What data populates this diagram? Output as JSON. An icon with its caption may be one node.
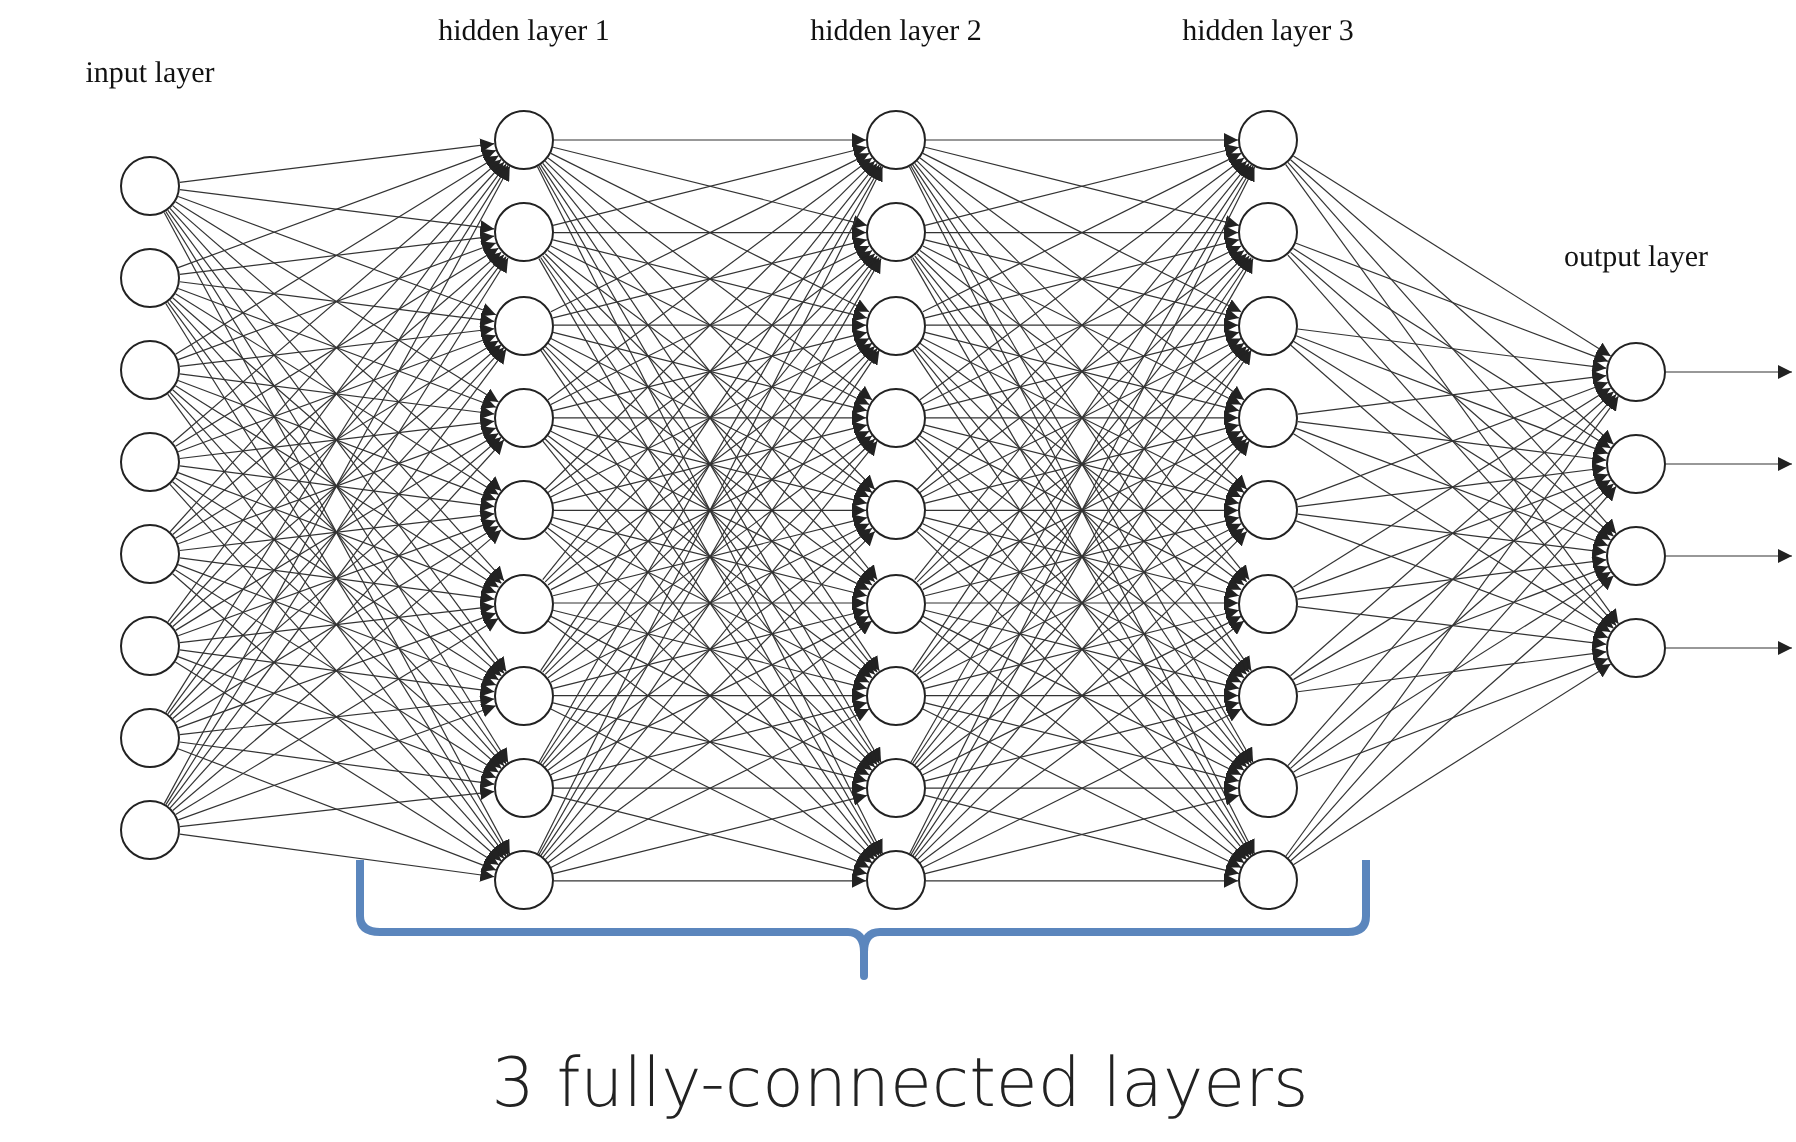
{
  "diagram": {
    "nodes": [
      {
        "text": [],
        "shape": "circle"
      },
      {
        "text": [],
        "shape": "circle"
      },
      {
        "text": [],
        "shape": "circle"
      },
      {
        "text": [],
        "shape": "circle"
      },
      {
        "text": [],
        "shape": "circle"
      },
      {
        "text": [],
        "shape": "circle"
      },
      {
        "text": [],
        "shape": "circle"
      },
      {
        "text": [],
        "shape": "circle"
      },
      {
        "text": [],
        "shape": "circle"
      },
      {
        "text": [],
        "shape": "circle"
      },
      {
        "text": [],
        "shape": "circle"
      },
      {
        "text": [],
        "shape": "circle"
      },
      {
        "text": [],
        "shape": "circle"
      },
      {
        "text": [],
        "shape": "circle"
      },
      {
        "text": [],
        "shape": "circle"
      },
      {
        "text": [],
        "shape": "circle"
      },
      {
        "text": [],
        "shape": "circle"
      },
      {
        "text": [],
        "shape": "circle"
      },
      {
        "text": [],
        "shape": "circle"
      },
      {
        "text": [],
        "shape": "circle"
      },
      {
        "text": [],
        "shape": "circle"
      },
      {
        "text": [],
        "shape": "circle"
      },
      {
        "text": [],
        "shape": "circle"
      },
      {
        "text": [],
        "shape": "circle"
      },
      {
        "text": [],
        "shape": "circle"
      },
      {
        "text": [],
        "shape": "circle"
      },
      {
        "text": [],
        "shape": "circle"
      },
      {
        "text": [],
        "shape": "circle"
      },
      {
        "text": [],
        "shape": "circle"
      },
      {
        "text": [],
        "shape": "circle"
      },
      {
        "text": [],
        "shape": "circle"
      },
      {
        "text": [],
        "shape": "circle"
      },
      {
        "text": [],
        "shape": "circle"
      },
      {
        "text": [],
        "shape": "circle"
      },
      {
        "text": [],
        "shape": "circle"
      },
      {
        "text": [],
        "shape": "circle"
      },
      {
        "text": [],
        "shape": "circle"
      },
      {
        "text": [],
        "shape": "circle"
      },
      {
        "text": [],
        "shape": "circle"
      }
    ],
    "edges": [
      {
        "from": 0,
        "to": 8,
        "arrow": "to"
      },
      {
        "from": 0,
        "to": 9,
        "arrow": "to"
      },
      {
        "from": 0,
        "to": 10,
        "arrow": "to"
      },
      {
        "from": 0,
        "to": 11,
        "arrow": "to"
      },
      {
        "from": 0,
        "to": 12,
        "arrow": "to"
      },
      {
        "from": 0,
        "to": 13,
        "arrow": "to"
      },
      {
        "from": 0,
        "to": 14,
        "arrow": "to"
      },
      {
        "from": 0,
        "to": 15,
        "arrow": "to"
      },
      {
        "from": 0,
        "to": 16,
        "arrow": "to"
      },
      {
        "from": 1,
        "to": 8,
        "arrow": "to"
      },
      {
        "from": 1,
        "to": 9,
        "arrow": "to"
      },
      {
        "from": 1,
        "to": 10,
        "arrow": "to"
      },
      {
        "from": 1,
        "to": 11,
        "arrow": "to"
      },
      {
        "from": 1,
        "to": 12,
        "arrow": "to"
      },
      {
        "from": 1,
        "to": 13,
        "arrow": "to"
      },
      {
        "from": 1,
        "to": 14,
        "arrow": "to"
      },
      {
        "from": 1,
        "to": 15,
        "arrow": "to"
      },
      {
        "from": 1,
        "to": 16,
        "arrow": "to"
      },
      {
        "from": 2,
        "to": 8,
        "arrow": "to"
      },
      {
        "from": 2,
        "to": 9,
        "arrow": "to"
      },
      {
        "from": 2,
        "to": 10,
        "arrow": "to"
      },
      {
        "from": 2,
        "to": 11,
        "arrow": "to"
      },
      {
        "from": 2,
        "to": 12,
        "arrow": "to"
      },
      {
        "from": 2,
        "to": 13,
        "arrow": "to"
      },
      {
        "from": 2,
        "to": 14,
        "arrow": "to"
      },
      {
        "from": 2,
        "to": 15,
        "arrow": "to"
      },
      {
        "from": 2,
        "to": 16,
        "arrow": "to"
      },
      {
        "from": 3,
        "to": 8,
        "arrow": "to"
      },
      {
        "from": 3,
        "to": 9,
        "arrow": "to"
      },
      {
        "from": 3,
        "to": 10,
        "arrow": "to"
      },
      {
        "from": 3,
        "to": 11,
        "arrow": "to"
      },
      {
        "from": 3,
        "to": 12,
        "arrow": "to"
      },
      {
        "from": 3,
        "to": 13,
        "arrow": "to"
      },
      {
        "from": 3,
        "to": 14,
        "arrow": "to"
      },
      {
        "from": 3,
        "to": 15,
        "arrow": "to"
      },
      {
        "from": 3,
        "to": 16,
        "arrow": "to"
      },
      {
        "from": 4,
        "to": 8,
        "arrow": "to"
      },
      {
        "from": 4,
        "to": 9,
        "arrow": "to"
      },
      {
        "from": 4,
        "to": 10,
        "arrow": "to"
      },
      {
        "from": 4,
        "to": 11,
        "arrow": "to"
      },
      {
        "from": 4,
        "to": 12,
        "arrow": "to"
      },
      {
        "from": 4,
        "to": 13,
        "arrow": "to"
      },
      {
        "from": 4,
        "to": 14,
        "arrow": "to"
      },
      {
        "from": 4,
        "to": 15,
        "arrow": "to"
      },
      {
        "from": 4,
        "to": 16,
        "arrow": "to"
      },
      {
        "from": 5,
        "to": 8,
        "arrow": "to"
      },
      {
        "from": 5,
        "to": 9,
        "arrow": "to"
      },
      {
        "from": 5,
        "to": 10,
        "arrow": "to"
      },
      {
        "from": 5,
        "to": 11,
        "arrow": "to"
      },
      {
        "from": 5,
        "to": 12,
        "arrow": "to"
      },
      {
        "from": 5,
        "to": 13,
        "arrow": "to"
      },
      {
        "from": 5,
        "to": 14,
        "arrow": "to"
      },
      {
        "from": 5,
        "to": 15,
        "arrow": "to"
      },
      {
        "from": 5,
        "to": 16,
        "arrow": "to"
      },
      {
        "from": 6,
        "to": 8,
        "arrow": "to"
      },
      {
        "from": 6,
        "to": 9,
        "arrow": "to"
      },
      {
        "from": 6,
        "to": 10,
        "arrow": "to"
      },
      {
        "from": 6,
        "to": 11,
        "arrow": "to"
      },
      {
        "from": 6,
        "to": 12,
        "arrow": "to"
      },
      {
        "from": 6,
        "to": 13,
        "arrow": "to"
      },
      {
        "from": 6,
        "to": 14,
        "arrow": "to"
      },
      {
        "from": 6,
        "to": 15,
        "arrow": "to"
      },
      {
        "from": 6,
        "to": 16,
        "arrow": "to"
      },
      {
        "from": 7,
        "to": 8,
        "arrow": "to"
      },
      {
        "from": 7,
        "to": 9,
        "arrow": "to"
      },
      {
        "from": 7,
        "to": 10,
        "arrow": "to"
      },
      {
        "from": 7,
        "to": 11,
        "arrow": "to"
      },
      {
        "from": 7,
        "to": 12,
        "arrow": "to"
      },
      {
        "from": 7,
        "to": 13,
        "arrow": "to"
      },
      {
        "from": 7,
        "to": 14,
        "arrow": "to"
      },
      {
        "from": 7,
        "to": 15,
        "arrow": "to"
      },
      {
        "from": 7,
        "to": 16,
        "arrow": "to"
      },
      {
        "from": 8,
        "to": 17,
        "arrow": "to"
      },
      {
        "from": 8,
        "to": 18,
        "arrow": "to"
      },
      {
        "from": 8,
        "to": 19,
        "arrow": "to"
      },
      {
        "from": 8,
        "to": 20,
        "arrow": "to"
      },
      {
        "from": 8,
        "to": 21,
        "arrow": "to"
      },
      {
        "from": 8,
        "to": 22,
        "arrow": "to"
      },
      {
        "from": 8,
        "to": 23,
        "arrow": "to"
      },
      {
        "from": 8,
        "to": 24,
        "arrow": "to"
      },
      {
        "from": 8,
        "to": 25,
        "arrow": "to"
      },
      {
        "from": 9,
        "to": 17,
        "arrow": "to"
      },
      {
        "from": 9,
        "to": 18,
        "arrow": "to"
      },
      {
        "from": 9,
        "to": 19,
        "arrow": "to"
      },
      {
        "from": 9,
        "to": 20,
        "arrow": "to"
      },
      {
        "from": 9,
        "to": 21,
        "arrow": "to"
      },
      {
        "from": 9,
        "to": 22,
        "arrow": "to"
      },
      {
        "from": 9,
        "to": 23,
        "arrow": "to"
      },
      {
        "from": 9,
        "to": 24,
        "arrow": "to"
      },
      {
        "from": 9,
        "to": 25,
        "arrow": "to"
      },
      {
        "from": 10,
        "to": 17,
        "arrow": "to"
      },
      {
        "from": 10,
        "to": 18,
        "arrow": "to"
      },
      {
        "from": 10,
        "to": 19,
        "arrow": "to"
      },
      {
        "from": 10,
        "to": 20,
        "arrow": "to"
      },
      {
        "from": 10,
        "to": 21,
        "arrow": "to"
      },
      {
        "from": 10,
        "to": 22,
        "arrow": "to"
      },
      {
        "from": 10,
        "to": 23,
        "arrow": "to"
      },
      {
        "from": 10,
        "to": 24,
        "arrow": "to"
      },
      {
        "from": 10,
        "to": 25,
        "arrow": "to"
      },
      {
        "from": 11,
        "to": 17,
        "arrow": "to"
      },
      {
        "from": 11,
        "to": 18,
        "arrow": "to"
      },
      {
        "from": 11,
        "to": 19,
        "arrow": "to"
      },
      {
        "from": 11,
        "to": 20,
        "arrow": "to"
      },
      {
        "from": 11,
        "to": 21,
        "arrow": "to"
      },
      {
        "from": 11,
        "to": 22,
        "arrow": "to"
      },
      {
        "from": 11,
        "to": 23,
        "arrow": "to"
      },
      {
        "from": 11,
        "to": 24,
        "arrow": "to"
      },
      {
        "from": 11,
        "to": 25,
        "arrow": "to"
      },
      {
        "from": 12,
        "to": 17,
        "arrow": "to"
      },
      {
        "from": 12,
        "to": 18,
        "arrow": "to"
      },
      {
        "from": 12,
        "to": 19,
        "arrow": "to"
      },
      {
        "from": 12,
        "to": 20,
        "arrow": "to"
      },
      {
        "from": 12,
        "to": 21,
        "arrow": "to"
      },
      {
        "from": 12,
        "to": 22,
        "arrow": "to"
      },
      {
        "from": 12,
        "to": 23,
        "arrow": "to"
      },
      {
        "from": 12,
        "to": 24,
        "arrow": "to"
      },
      {
        "from": 12,
        "to": 25,
        "arrow": "to"
      },
      {
        "from": 13,
        "to": 17,
        "arrow": "to"
      },
      {
        "from": 13,
        "to": 18,
        "arrow": "to"
      },
      {
        "from": 13,
        "to": 19,
        "arrow": "to"
      },
      {
        "from": 13,
        "to": 20,
        "arrow": "to"
      },
      {
        "from": 13,
        "to": 21,
        "arrow": "to"
      },
      {
        "from": 13,
        "to": 22,
        "arrow": "to"
      },
      {
        "from": 13,
        "to": 23,
        "arrow": "to"
      },
      {
        "from": 13,
        "to": 24,
        "arrow": "to"
      },
      {
        "from": 13,
        "to": 25,
        "arrow": "to"
      },
      {
        "from": 14,
        "to": 17,
        "arrow": "to"
      },
      {
        "from": 14,
        "to": 18,
        "arrow": "to"
      },
      {
        "from": 14,
        "to": 19,
        "arrow": "to"
      },
      {
        "from": 14,
        "to": 20,
        "arrow": "to"
      },
      {
        "from": 14,
        "to": 21,
        "arrow": "to"
      },
      {
        "from": 14,
        "to": 22,
        "arrow": "to"
      },
      {
        "from": 14,
        "to": 23,
        "arrow": "to"
      },
      {
        "from": 14,
        "to": 24,
        "arrow": "to"
      },
      {
        "from": 14,
        "to": 25,
        "arrow": "to"
      },
      {
        "from": 15,
        "to": 17,
        "arrow": "to"
      },
      {
        "from": 15,
        "to": 18,
        "arrow": "to"
      },
      {
        "from": 15,
        "to": 19,
        "arrow": "to"
      },
      {
        "from": 15,
        "to": 20,
        "arrow": "to"
      },
      {
        "from": 15,
        "to": 21,
        "arrow": "to"
      },
      {
        "from": 15,
        "to": 22,
        "arrow": "to"
      },
      {
        "from": 15,
        "to": 23,
        "arrow": "to"
      },
      {
        "from": 15,
        "to": 24,
        "arrow": "to"
      },
      {
        "from": 15,
        "to": 25,
        "arrow": "to"
      },
      {
        "from": 16,
        "to": 17,
        "arrow": "to"
      },
      {
        "from": 16,
        "to": 18,
        "arrow": "to"
      },
      {
        "from": 16,
        "to": 19,
        "arrow": "to"
      },
      {
        "from": 16,
        "to": 20,
        "arrow": "to"
      },
      {
        "from": 16,
        "to": 21,
        "arrow": "to"
      },
      {
        "from": 16,
        "to": 22,
        "arrow": "to"
      },
      {
        "from": 16,
        "to": 23,
        "arrow": "to"
      },
      {
        "from": 16,
        "to": 24,
        "arrow": "to"
      },
      {
        "from": 16,
        "to": 25,
        "arrow": "to"
      },
      {
        "from": 17,
        "to": 26,
        "arrow": "to"
      },
      {
        "from": 17,
        "to": 27,
        "arrow": "to"
      },
      {
        "from": 17,
        "to": 28,
        "arrow": "to"
      },
      {
        "from": 17,
        "to": 29,
        "arrow": "to"
      },
      {
        "from": 17,
        "to": 30,
        "arrow": "to"
      },
      {
        "from": 17,
        "to": 31,
        "arrow": "to"
      },
      {
        "from": 17,
        "to": 32,
        "arrow": "to"
      },
      {
        "from": 17,
        "to": 33,
        "arrow": "to"
      },
      {
        "from": 17,
        "to": 34,
        "arrow": "to"
      },
      {
        "from": 18,
        "to": 26,
        "arrow": "to"
      },
      {
        "from": 18,
        "to": 27,
        "arrow": "to"
      },
      {
        "from": 18,
        "to": 28,
        "arrow": "to"
      },
      {
        "from": 18,
        "to": 29,
        "arrow": "to"
      },
      {
        "from": 18,
        "to": 30,
        "arrow": "to"
      },
      {
        "from": 18,
        "to": 31,
        "arrow": "to"
      },
      {
        "from": 18,
        "to": 32,
        "arrow": "to"
      },
      {
        "from": 18,
        "to": 33,
        "arrow": "to"
      },
      {
        "from": 18,
        "to": 34,
        "arrow": "to"
      },
      {
        "from": 19,
        "to": 26,
        "arrow": "to"
      },
      {
        "from": 19,
        "to": 27,
        "arrow": "to"
      },
      {
        "from": 19,
        "to": 28,
        "arrow": "to"
      },
      {
        "from": 19,
        "to": 29,
        "arrow": "to"
      },
      {
        "from": 19,
        "to": 30,
        "arrow": "to"
      },
      {
        "from": 19,
        "to": 31,
        "arrow": "to"
      },
      {
        "from": 19,
        "to": 32,
        "arrow": "to"
      },
      {
        "from": 19,
        "to": 33,
        "arrow": "to"
      },
      {
        "from": 19,
        "to": 34,
        "arrow": "to"
      },
      {
        "from": 20,
        "to": 26,
        "arrow": "to"
      },
      {
        "from": 20,
        "to": 27,
        "arrow": "to"
      },
      {
        "from": 20,
        "to": 28,
        "arrow": "to"
      },
      {
        "from": 20,
        "to": 29,
        "arrow": "to"
      },
      {
        "from": 20,
        "to": 30,
        "arrow": "to"
      },
      {
        "from": 20,
        "to": 31,
        "arrow": "to"
      },
      {
        "from": 20,
        "to": 32,
        "arrow": "to"
      },
      {
        "from": 20,
        "to": 33,
        "arrow": "to"
      },
      {
        "from": 20,
        "to": 34,
        "arrow": "to"
      },
      {
        "from": 21,
        "to": 26,
        "arrow": "to"
      },
      {
        "from": 21,
        "to": 27,
        "arrow": "to"
      },
      {
        "from": 21,
        "to": 28,
        "arrow": "to"
      },
      {
        "from": 21,
        "to": 29,
        "arrow": "to"
      },
      {
        "from": 21,
        "to": 30,
        "arrow": "to"
      },
      {
        "from": 21,
        "to": 31,
        "arrow": "to"
      },
      {
        "from": 21,
        "to": 32,
        "arrow": "to"
      },
      {
        "from": 21,
        "to": 33,
        "arrow": "to"
      },
      {
        "from": 21,
        "to": 34,
        "arrow": "to"
      },
      {
        "from": 22,
        "to": 26,
        "arrow": "to"
      },
      {
        "from": 22,
        "to": 27,
        "arrow": "to"
      },
      {
        "from": 22,
        "to": 28,
        "arrow": "to"
      },
      {
        "from": 22,
        "to": 29,
        "arrow": "to"
      },
      {
        "from": 22,
        "to": 30,
        "arrow": "to"
      },
      {
        "from": 22,
        "to": 31,
        "arrow": "to"
      },
      {
        "from": 22,
        "to": 32,
        "arrow": "to"
      },
      {
        "from": 22,
        "to": 33,
        "arrow": "to"
      },
      {
        "from": 22,
        "to": 34,
        "arrow": "to"
      },
      {
        "from": 23,
        "to": 26,
        "arrow": "to"
      },
      {
        "from": 23,
        "to": 27,
        "arrow": "to"
      },
      {
        "from": 23,
        "to": 28,
        "arrow": "to"
      },
      {
        "from": 23,
        "to": 29,
        "arrow": "to"
      },
      {
        "from": 23,
        "to": 30,
        "arrow": "to"
      },
      {
        "from": 23,
        "to": 31,
        "arrow": "to"
      },
      {
        "from": 23,
        "to": 32,
        "arrow": "to"
      },
      {
        "from": 23,
        "to": 33,
        "arrow": "to"
      },
      {
        "from": 23,
        "to": 34,
        "arrow": "to"
      },
      {
        "from": 24,
        "to": 26,
        "arrow": "to"
      },
      {
        "from": 24,
        "to": 27,
        "arrow": "to"
      },
      {
        "from": 24,
        "to": 28,
        "arrow": "to"
      },
      {
        "from": 24,
        "to": 29,
        "arrow": "to"
      },
      {
        "from": 24,
        "to": 30,
        "arrow": "to"
      },
      {
        "from": 24,
        "to": 31,
        "arrow": "to"
      },
      {
        "from": 24,
        "to": 32,
        "arrow": "to"
      },
      {
        "from": 24,
        "to": 33,
        "arrow": "to"
      },
      {
        "from": 24,
        "to": 34,
        "arrow": "to"
      },
      {
        "from": 25,
        "to": 26,
        "arrow": "to"
      },
      {
        "from": 25,
        "to": 27,
        "arrow": "to"
      },
      {
        "from": 25,
        "to": 28,
        "arrow": "to"
      },
      {
        "from": 25,
        "to": 29,
        "arrow": "to"
      },
      {
        "from": 25,
        "to": 30,
        "arrow": "to"
      },
      {
        "from": 25,
        "to": 31,
        "arrow": "to"
      },
      {
        "from": 25,
        "to": 32,
        "arrow": "to"
      },
      {
        "from": 25,
        "to": 33,
        "arrow": "to"
      },
      {
        "from": 25,
        "to": 34,
        "arrow": "to"
      },
      {
        "from": 26,
        "to": 35,
        "arrow": "to"
      },
      {
        "from": 26,
        "to": 36,
        "arrow": "to"
      },
      {
        "from": 26,
        "to": 37,
        "arrow": "to"
      },
      {
        "from": 26,
        "to": 38,
        "arrow": "to"
      },
      {
        "from": 27,
        "to": 35,
        "arrow": "to"
      },
      {
        "from": 27,
        "to": 36,
        "arrow": "to"
      },
      {
        "from": 27,
        "to": 37,
        "arrow": "to"
      },
      {
        "from": 27,
        "to": 38,
        "arrow": "to"
      },
      {
        "from": 28,
        "to": 35,
        "arrow": "to"
      },
      {
        "from": 28,
        "to": 36,
        "arrow": "to"
      },
      {
        "from": 28,
        "to": 37,
        "arrow": "to"
      },
      {
        "from": 28,
        "to": 38,
        "arrow": "to"
      },
      {
        "from": 29,
        "to": 35,
        "arrow": "to"
      },
      {
        "from": 29,
        "to": 36,
        "arrow": "to"
      },
      {
        "from": 29,
        "to": 37,
        "arrow": "to"
      },
      {
        "from": 29,
        "to": 38,
        "arrow": "to"
      },
      {
        "from": 30,
        "to": 35,
        "arrow": "to"
      },
      {
        "from": 30,
        "to": 36,
        "arrow": "to"
      },
      {
        "from": 30,
        "to": 37,
        "arrow": "to"
      },
      {
        "from": 30,
        "to": 38,
        "arrow": "to"
      },
      {
        "from": 31,
        "to": 35,
        "arrow": "to"
      },
      {
        "from": 31,
        "to": 36,
        "arrow": "to"
      },
      {
        "from": 31,
        "to": 37,
        "arrow": "to"
      },
      {
        "from": 31,
        "to": 38,
        "arrow": "to"
      },
      {
        "from": 32,
        "to": 35,
        "arrow": "to"
      },
      {
        "from": 32,
        "to": 36,
        "arrow": "to"
      },
      {
        "from": 32,
        "to": 37,
        "arrow": "to"
      },
      {
        "from": 32,
        "to": 38,
        "arrow": "to"
      },
      {
        "from": 33,
        "to": 35,
        "arrow": "to"
      },
      {
        "from": 33,
        "to": 36,
        "arrow": "to"
      },
      {
        "from": 33,
        "to": 37,
        "arrow": "to"
      },
      {
        "from": 33,
        "to": 38,
        "arrow": "to"
      },
      {
        "from": 34,
        "to": 35,
        "arrow": "to"
      },
      {
        "from": 34,
        "to": 36,
        "arrow": "to"
      },
      {
        "from": 34,
        "to": 37,
        "arrow": "to"
      },
      {
        "from": 34,
        "to": 38,
        "arrow": "to"
      },
      {
        "from": 35,
        "to": null,
        "arrow": "to"
      },
      {
        "from": 36,
        "to": null,
        "arrow": "to"
      },
      {
        "from": 37,
        "to": null,
        "arrow": "to"
      },
      {
        "from": 38,
        "to": null,
        "arrow": "to"
      }
    ],
    "labels": [
      "input layer",
      "hidden layer 1",
      "hidden layer 2",
      "hidden layer 3",
      "output layer",
      "3 fully-connected layers"
    ]
  }
}
